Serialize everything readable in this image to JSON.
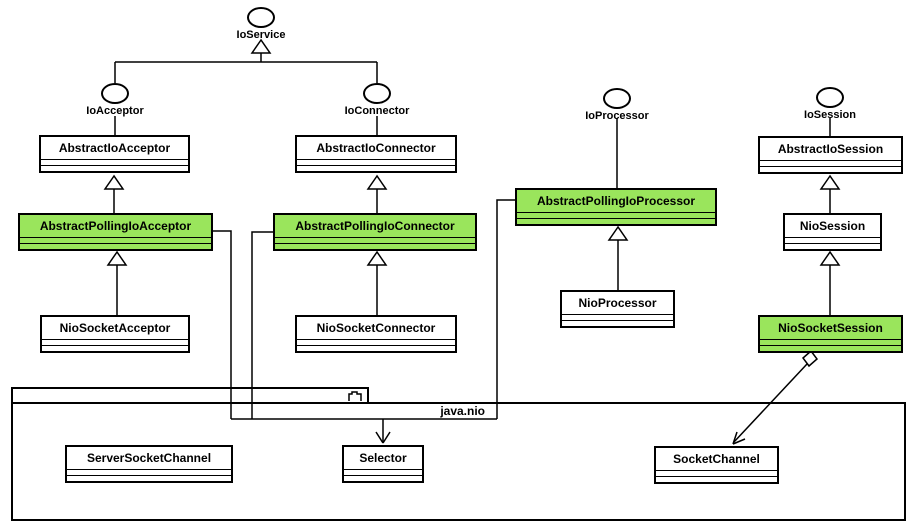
{
  "diagram": {
    "kind": "uml-class-diagram",
    "colors": {
      "highlight_green": "#9AE55C",
      "box_background": "#FFFFFF",
      "line": "#000000",
      "page_background": "#FFFFFF"
    },
    "interfaces": {
      "io_service": "IoService",
      "io_acceptor": "IoAcceptor",
      "io_connector": "IoConnector",
      "io_processor": "IoProcessor",
      "io_session": "IoSession"
    },
    "classes": {
      "abstract_io_acceptor": "AbstractIoAcceptor",
      "abstract_polling_io_acceptor": "AbstractPollingIoAcceptor",
      "nio_socket_acceptor": "NioSocketAcceptor",
      "abstract_io_connector": "AbstractIoConnector",
      "abstract_polling_io_connector": "AbstractPollingIoConnector",
      "nio_socket_connector": "NioSocketConnector",
      "abstract_polling_io_processor": "AbstractPollingIoProcessor",
      "nio_processor": "NioProcessor",
      "abstract_io_session": "AbstractIoSession",
      "nio_session": "NioSession",
      "nio_socket_session": "NioSocketSession"
    },
    "highlighted_classes": [
      "AbstractPollingIoAcceptor",
      "AbstractPollingIoConnector",
      "AbstractPollingIoProcessor",
      "NioSocketSession"
    ],
    "package": {
      "name": "java.nio",
      "classes": {
        "server_socket_channel": "ServerSocketChannel",
        "selector": "Selector",
        "socket_channel": "SocketChannel"
      }
    },
    "relationships": [
      {
        "from": "IoAcceptor",
        "to": "IoService",
        "type": "generalization"
      },
      {
        "from": "IoConnector",
        "to": "IoService",
        "type": "generalization"
      },
      {
        "from": "AbstractIoAcceptor",
        "to": "IoAcceptor",
        "type": "realization-line"
      },
      {
        "from": "AbstractPollingIoAcceptor",
        "to": "AbstractIoAcceptor",
        "type": "generalization"
      },
      {
        "from": "NioSocketAcceptor",
        "to": "AbstractPollingIoAcceptor",
        "type": "generalization"
      },
      {
        "from": "AbstractIoConnector",
        "to": "IoConnector",
        "type": "realization-line"
      },
      {
        "from": "AbstractPollingIoConnector",
        "to": "AbstractIoConnector",
        "type": "generalization"
      },
      {
        "from": "NioSocketConnector",
        "to": "AbstractPollingIoConnector",
        "type": "generalization"
      },
      {
        "from": "AbstractPollingIoProcessor",
        "to": "IoProcessor",
        "type": "realization-line"
      },
      {
        "from": "NioProcessor",
        "to": "AbstractPollingIoProcessor",
        "type": "generalization"
      },
      {
        "from": "AbstractIoSession",
        "to": "IoSession",
        "type": "realization-line"
      },
      {
        "from": "NioSession",
        "to": "AbstractIoSession",
        "type": "generalization"
      },
      {
        "from": "NioSocketSession",
        "to": "NioSession",
        "type": "generalization"
      },
      {
        "from": "AbstractPollingIoAcceptor, AbstractPollingIoConnector, AbstractPollingIoProcessor",
        "to": "Selector",
        "type": "dependency-arrow"
      },
      {
        "from": "NioSocketSession",
        "to": "SocketChannel",
        "type": "aggregation"
      }
    ]
  }
}
